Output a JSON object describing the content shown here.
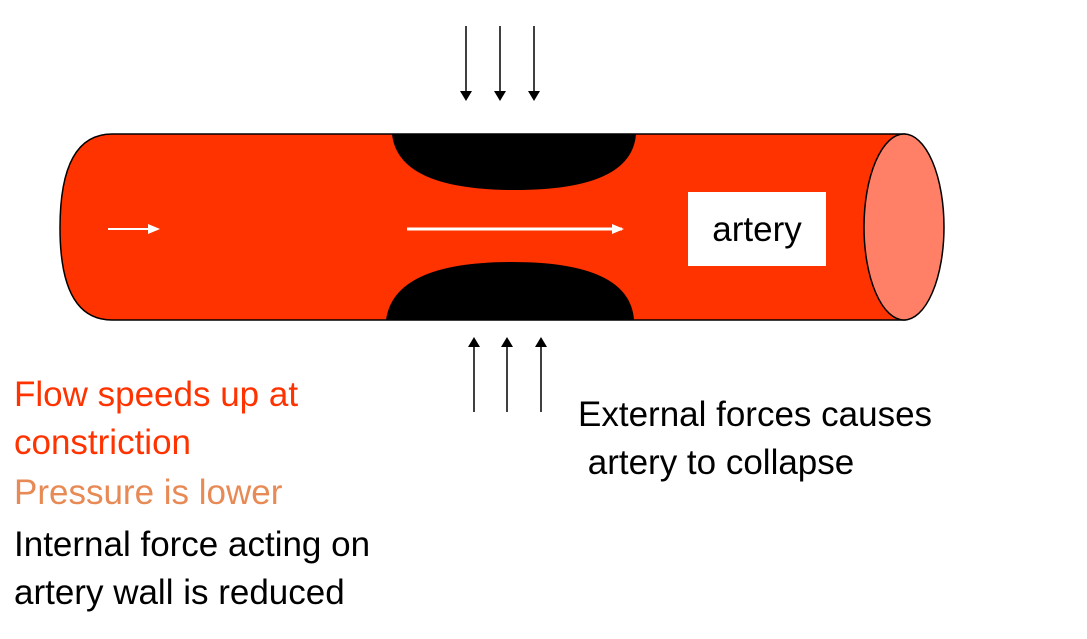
{
  "diagram": {
    "artery_label": "artery",
    "colors": {
      "artery_body": "#ff3300",
      "artery_end_cap": "#ff8066",
      "plaque": "#000000",
      "flow_arrow": "#ffffff",
      "force_arrow": "#000000",
      "outline": "#000000"
    }
  },
  "notes": {
    "left": {
      "flow_line_1": "Flow speeds up at",
      "flow_line_2": "constriction",
      "pressure_line": "Pressure is lower",
      "internal_line_1": "Internal force acting on",
      "internal_line_2": "artery wall is reduced",
      "colors": {
        "flow": "#ff3300",
        "pressure": "#e88a55",
        "internal": "#000000"
      }
    },
    "right": {
      "external_line_1": "External forces causes",
      "external_line_2": " artery to collapse",
      "color": "#000000"
    }
  }
}
